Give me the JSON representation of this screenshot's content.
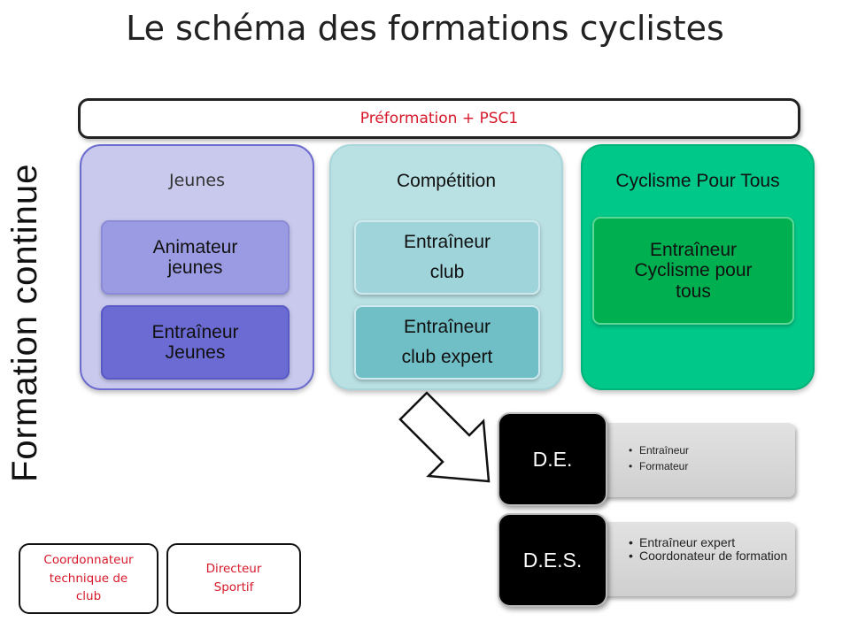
{
  "title": "Le schéma des formations cyclistes",
  "side_label": "Formation continue",
  "preformation": "Préformation + PSC1",
  "columns": [
    {
      "name": "Jeunes",
      "color": "#c9c9ee",
      "boxes": [
        {
          "lines": [
            "Animateur",
            "jeunes"
          ],
          "color": "#9b9be3"
        },
        {
          "lines": [
            "Entraîneur",
            "Jeunes"
          ],
          "color": "#6b6bd3"
        }
      ]
    },
    {
      "name": "Compétition",
      "color": "#b9e0e3",
      "boxes": [
        {
          "lines": [
            "Entraîneur",
            "club"
          ],
          "color": "#a0d4db"
        },
        {
          "lines": [
            "Entraîneur",
            "club expert"
          ],
          "color": "#70bec6"
        }
      ]
    },
    {
      "name": "Cyclisme Pour Tous",
      "color": "#00c888",
      "boxes": [
        {
          "lines": [
            "Entraîneur",
            "Cyclisme pour",
            "tous"
          ],
          "color": "#00b050"
        }
      ]
    }
  ],
  "diplomas": [
    {
      "badge": "D.E.",
      "items": [
        "Entraîneur",
        "Formateur"
      ]
    },
    {
      "badge": "D.E.S.",
      "items": [
        "Entraîneur expert",
        "Coordonateur de formation"
      ]
    }
  ],
  "roles": [
    {
      "lines": [
        "Coordonnateur",
        "technique de",
        "club"
      ]
    },
    {
      "lines": [
        "Directeur",
        "Sportif"
      ]
    }
  ],
  "colors": {
    "accent_red": "#d7182a",
    "badge_black": "#000000",
    "panel_gray": "#d9d9d9"
  }
}
